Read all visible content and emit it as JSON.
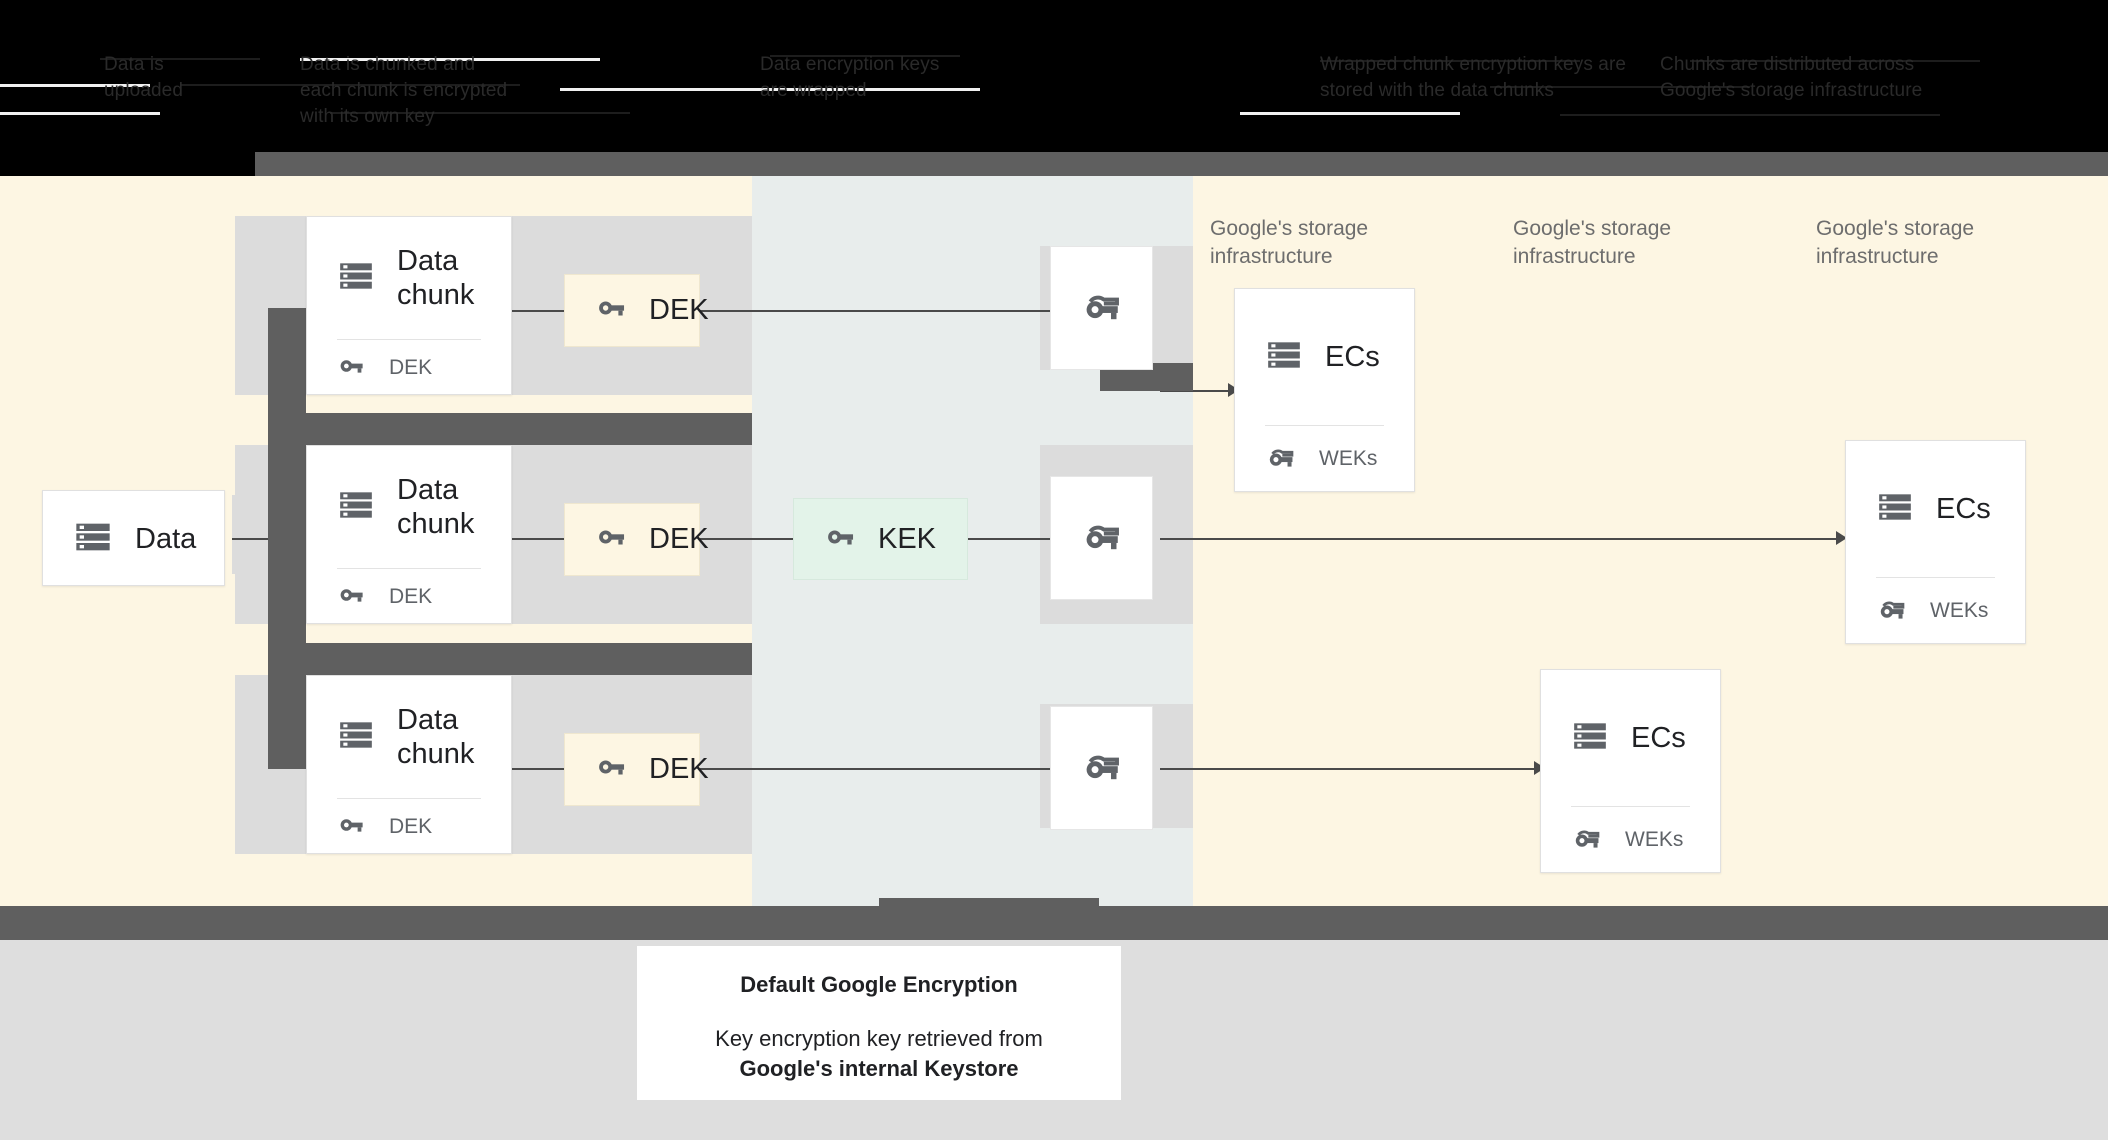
{
  "header": {
    "columns": [
      {
        "id": "col-data-is-uploaded",
        "text": "Data is\nuploaded"
      },
      {
        "id": "col-data-chunked",
        "text": "Data is chunked and\neach chunk is encrypted\nwith its own key"
      },
      {
        "id": "col-dek-wrapped",
        "text": "Data encryption keys\nare wrapped"
      },
      {
        "id": "col-wrapped-keys-stored",
        "text": "Wrapped chunk encryption keys are\nstored with the data chunks"
      },
      {
        "id": "col-chunks-distributed",
        "text": "Chunks are distributed across\nGoogle's storage infrastructure"
      }
    ]
  },
  "flow": {
    "source": {
      "label": "Data",
      "icon": "server-stack-icon"
    },
    "chunks": [
      {
        "title": "Data\nchunk",
        "icon": "server-stack-icon",
        "key_label": "DEK",
        "key_icon": "key-icon"
      },
      {
        "title": "Data\nchunk",
        "icon": "server-stack-icon",
        "key_label": "DEK",
        "key_icon": "key-icon"
      },
      {
        "title": "Data\nchunk",
        "icon": "server-stack-icon",
        "key_label": "DEK",
        "key_icon": "key-icon"
      }
    ],
    "dek_boxes": [
      {
        "label": "DEK",
        "icon": "key-icon",
        "color": "#fdf6e3"
      },
      {
        "label": "DEK",
        "icon": "key-icon",
        "color": "#fdf6e3"
      },
      {
        "label": "DEK",
        "icon": "key-icon",
        "color": "#fdf6e3"
      }
    ],
    "kek": {
      "label": "KEK",
      "icon": "key-icon",
      "color": "#e3f3e9"
    },
    "wrapped_keys": [
      {
        "icon": "wrapped-key-icon"
      },
      {
        "icon": "wrapped-key-icon"
      },
      {
        "icon": "wrapped-key-icon"
      }
    ],
    "storage_labels": [
      "Google's storage\ninfrastructure",
      "Google's storage\ninfrastructure",
      "Google's storage\ninfrastructure"
    ],
    "ec_cards": [
      {
        "title": "ECs",
        "icon": "server-stack-icon",
        "key_label": "WEKs",
        "key_icon": "wrapped-key-icon"
      },
      {
        "title": "ECs",
        "icon": "server-stack-icon",
        "key_label": "WEKs",
        "key_icon": "wrapped-key-icon"
      },
      {
        "title": "ECs",
        "icon": "server-stack-icon",
        "key_label": "WEKs",
        "key_icon": "wrapped-key-icon"
      }
    ]
  },
  "caption": {
    "title": "Default Google Encryption",
    "line1": "Key encryption key retrieved from",
    "line2": "Google's internal Keystore"
  },
  "colors": {
    "canvas": "#fdf6e3",
    "kek_column": "#e8edec",
    "kek_box": "#e3f3e9",
    "dek_box": "#fdf6e3",
    "occluder": "#5f5f5f",
    "icon": "#5f6368",
    "bottom": "#dedede"
  }
}
